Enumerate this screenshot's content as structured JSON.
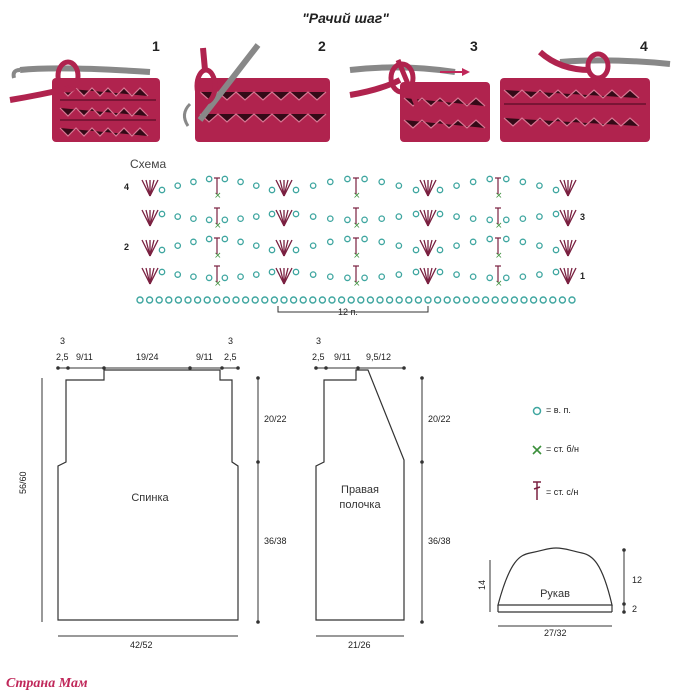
{
  "title": "\"Рачий шаг\"",
  "steps": [
    "1",
    "2",
    "3",
    "4"
  ],
  "schema": {
    "label": "Схема",
    "row_numbers_left": [
      "4",
      "2"
    ],
    "row_numbers_right": [
      "3",
      "1"
    ],
    "repeat_label": "12 п."
  },
  "back": {
    "name": "Спинка",
    "top_dims": [
      "3",
      "2,5",
      "9/11",
      "19/24",
      "9/11",
      "2,5",
      "3"
    ],
    "armhole_height": "20/22",
    "side_height": "36/38",
    "total_height": "56/60",
    "width": "42/52"
  },
  "front": {
    "name_line1": "Правая",
    "name_line2": "полочка",
    "top_dims": [
      "3",
      "2,5",
      "9/11",
      "9,5/12"
    ],
    "armhole_height": "20/22",
    "side_height": "36/38",
    "width": "21/26"
  },
  "sleeve": {
    "name": "Рукав",
    "cap_height_left": "14",
    "cap_height_right": "12",
    "cuff_height": "2",
    "width": "27/32"
  },
  "legend": [
    {
      "symbol": "chain-icon",
      "text": "= в. п."
    },
    {
      "symbol": "single-crochet-icon",
      "text": "= ст. б/н"
    },
    {
      "symbol": "double-crochet-icon",
      "text": "= ст. с/н"
    }
  ],
  "colors": {
    "yarn": "#b0234e",
    "chain": "#3fa6a0",
    "stitch_mark": "#7a2040",
    "line": "#333333"
  },
  "watermark": "Страна Мам"
}
